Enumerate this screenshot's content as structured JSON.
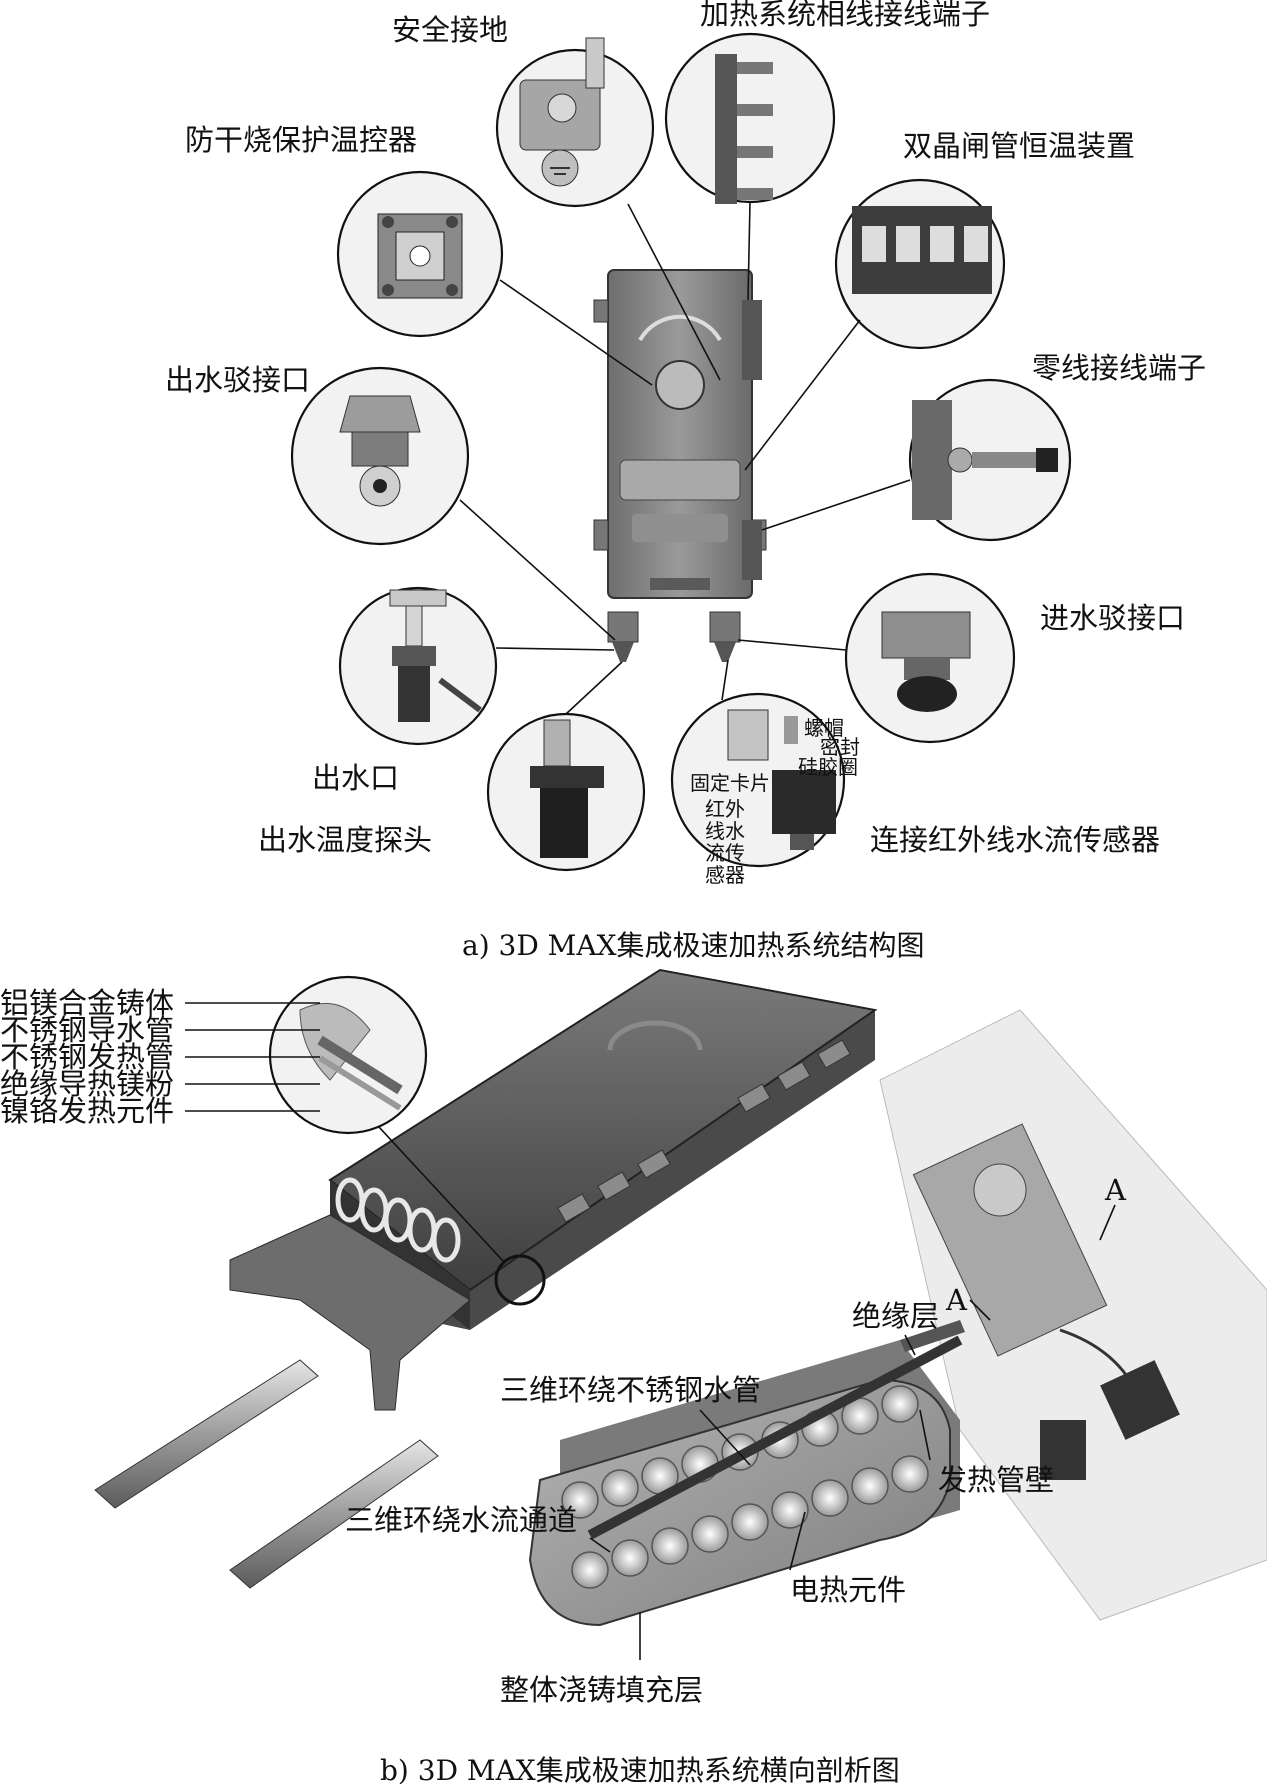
{
  "figure_a": {
    "caption": "a) 3D MAX集成极速加热系统结构图",
    "labels": {
      "ground": "安全接地",
      "phase_terminal": "加热系统相线接线端子",
      "dry_burn": "防干烧保护温控器",
      "thyristor": "双晶闸管恒温装置",
      "outlet_fitting": "出水驳接口",
      "neutral_terminal": "零线接线端子",
      "inlet_fitting": "进水驳接口",
      "outlet": "出水口",
      "temp_probe": "出水温度探头",
      "ir_sensor": "连接红外线水流传感器"
    },
    "sensor_callouts": {
      "nut": "螺帽",
      "seal": "密封",
      "silicone_ring": "硅胶圈",
      "fixed_plate": "固定卡片",
      "sensor_name": [
        "红外",
        "线水",
        "流传",
        "感器"
      ]
    }
  },
  "figure_b": {
    "caption": "b) 3D MAX集成极速加热系统横向剖析图",
    "layers": [
      "铝镁合金铸体",
      "不锈钢导水管",
      "不锈钢发热管",
      "绝缘导热镁粉",
      "镍铬发热元件"
    ],
    "labels": {
      "insulation": "绝缘层",
      "stainless_tube": "三维环绕不锈钢水管",
      "tube_wall": "发热管壁",
      "channel": "三维环绕水流通道",
      "element": "电热元件",
      "fill_layer": "整体浇铸填充层",
      "section_mark": "A"
    }
  },
  "colors": {
    "ink": "#111111",
    "metal_dark": "#5a5a5a",
    "metal_mid": "#8c8c8c",
    "metal_light": "#cfcfcf"
  }
}
